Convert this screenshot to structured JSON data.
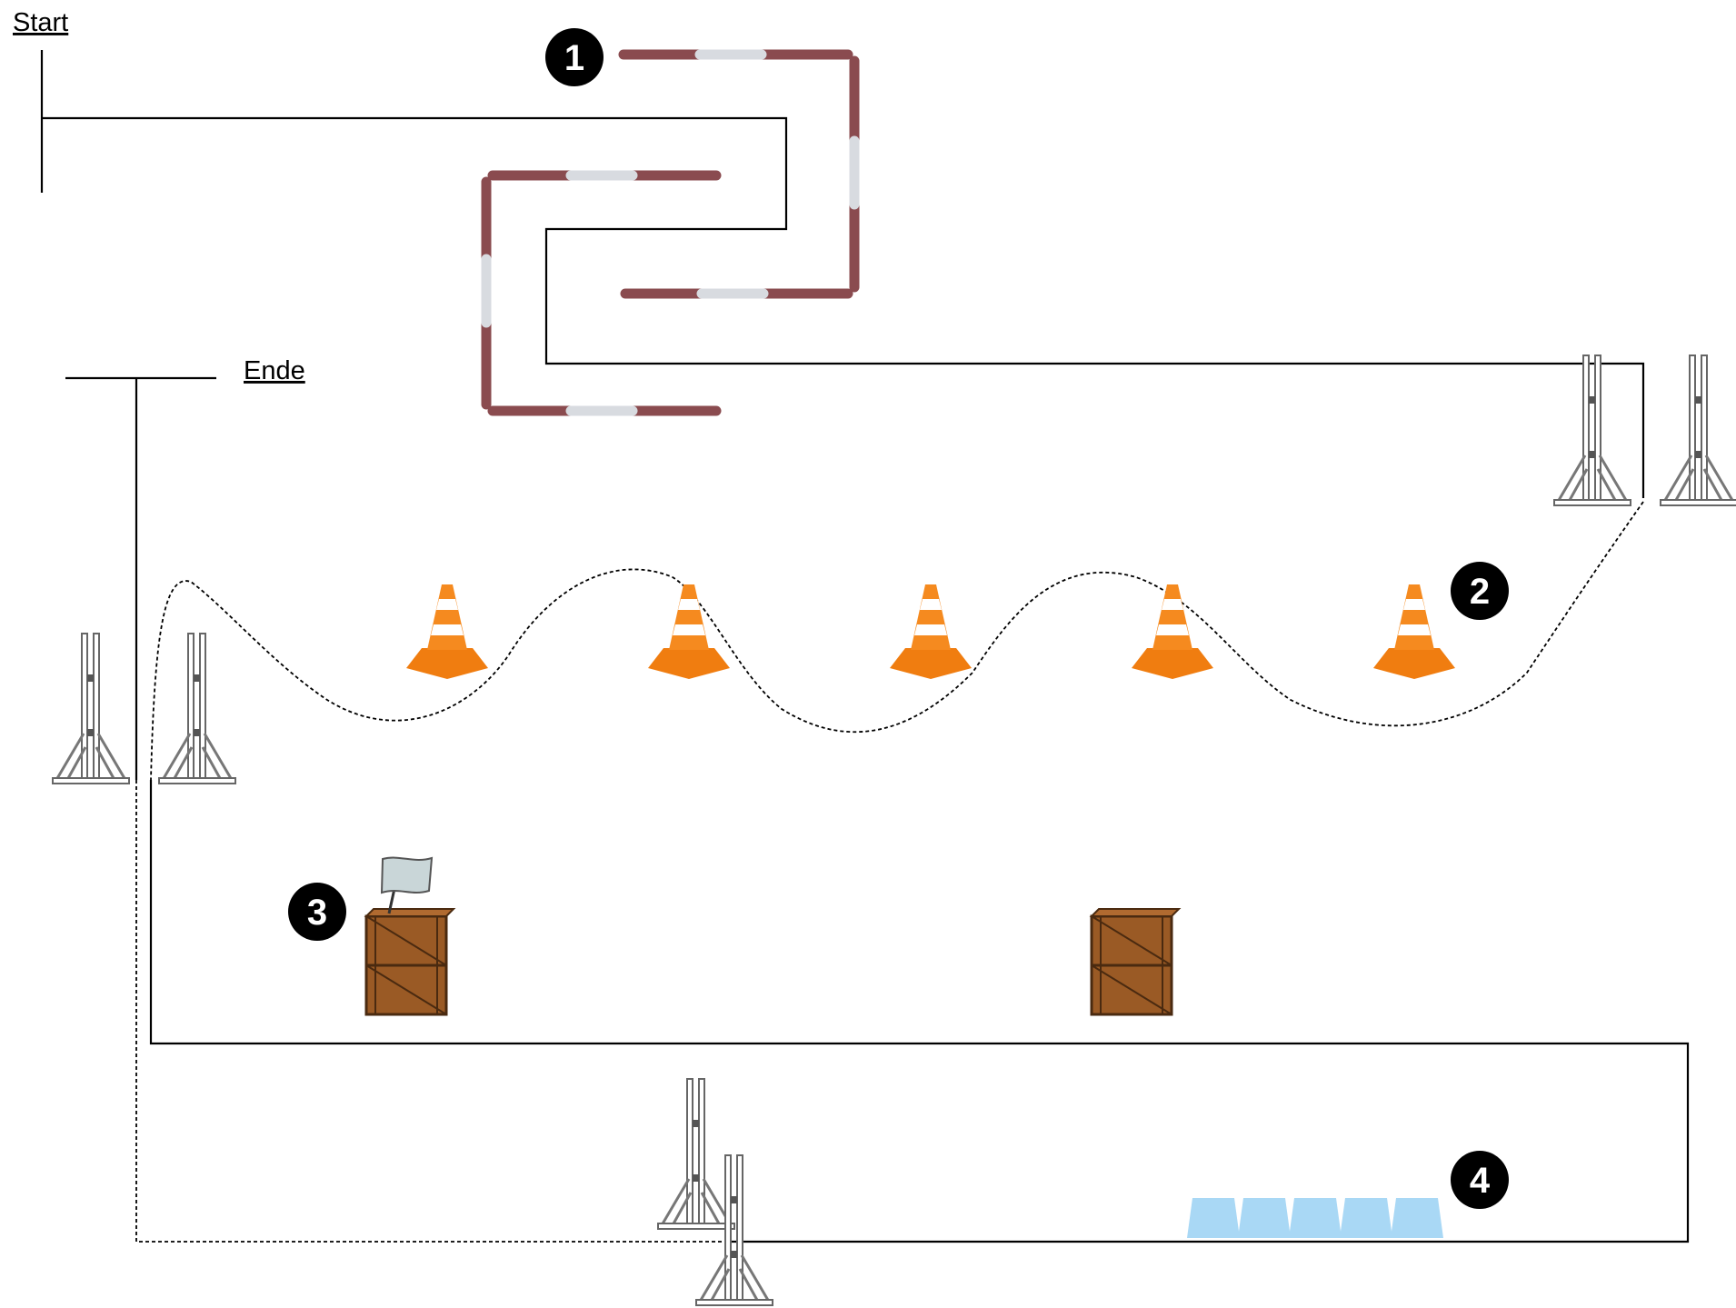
{
  "labels": {
    "start": "Start",
    "end": "Ende"
  },
  "stations": [
    {
      "number": "1",
      "name": "pole-labyrinth"
    },
    {
      "number": "2",
      "name": "cone-slalom"
    },
    {
      "number": "3",
      "name": "crates-flag"
    },
    {
      "number": "4",
      "name": "blue-cavaletti"
    }
  ],
  "colors": {
    "line": "#000000",
    "pole": "#8a4b4f",
    "pole_band": "#d8dbe0",
    "cone": "#f28a1c",
    "crate": "#9a5a25",
    "flag": "#c9d6d8",
    "cavaletti": "#a9d8f5",
    "marker": "#000000"
  },
  "icons": [
    "ground-pole-icon",
    "jump-stand-icon",
    "traffic-cone-icon",
    "wooden-crate-icon",
    "flag-icon",
    "cavaletti-block-icon"
  ]
}
